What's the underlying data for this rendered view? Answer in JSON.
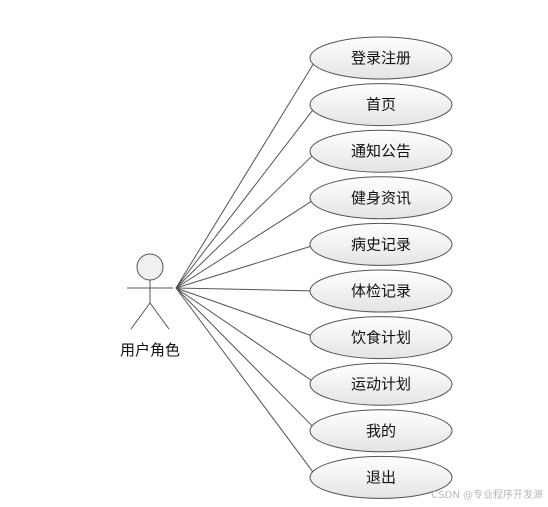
{
  "actor": {
    "name": "用户角色"
  },
  "use_cases": [
    {
      "label": "登录注册"
    },
    {
      "label": "首页"
    },
    {
      "label": "通知公告"
    },
    {
      "label": "健身资讯"
    },
    {
      "label": "病史记录"
    },
    {
      "label": "体检记录"
    },
    {
      "label": "饮食计划"
    },
    {
      "label": "运动计划"
    },
    {
      "label": "我的"
    },
    {
      "label": "退出"
    }
  ],
  "watermark": "CSDN @专业程序开发源",
  "colors": {
    "stroke": "#555555",
    "ellipse_fill_top": "#ffffff",
    "ellipse_fill_bottom": "#e6e6e6"
  }
}
